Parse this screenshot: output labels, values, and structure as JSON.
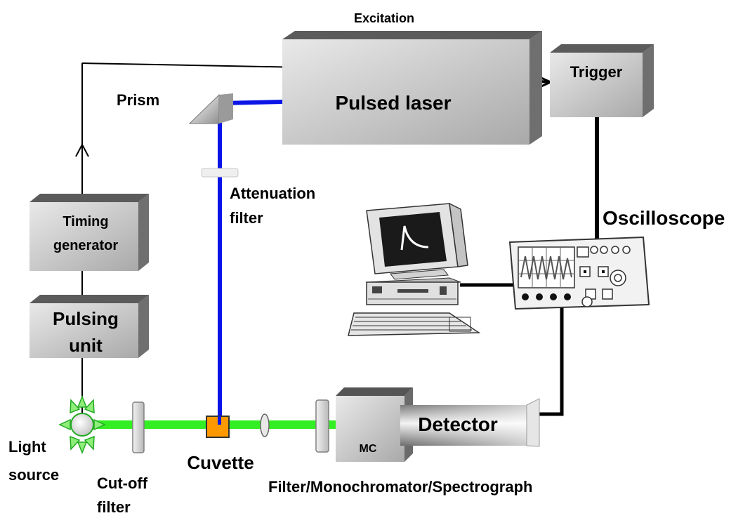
{
  "labels": {
    "excitation": "Excitation",
    "pulsed_laser": "Pulsed laser",
    "trigger": "Trigger",
    "prism": "Prism",
    "attenuation_1": "Attenuation",
    "attenuation_2": "filter",
    "oscilloscope": "Oscilloscope",
    "timing_1": "Timing",
    "timing_2": "generator",
    "pulsing_1": "Pulsing",
    "pulsing_2": "unit",
    "detector": "Detector",
    "mc": "MC",
    "light_1": "Light",
    "light_2": "source",
    "cutoff_1": "Cut-off",
    "cutoff_2": "filter",
    "cuvette": "Cuvette",
    "filter_mono": "Filter/Monochromator/Spectrograph"
  },
  "colors": {
    "laser_beam": "#0a14e6",
    "probe_beam": "#33ee22",
    "cuvette": "#ff9900",
    "wire": "#000000"
  }
}
